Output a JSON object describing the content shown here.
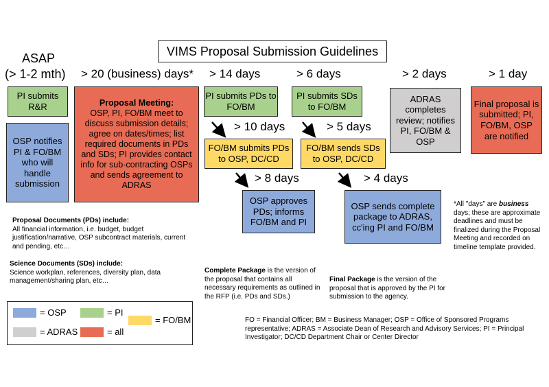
{
  "title": "VIMS Proposal Submission Guidelines",
  "headers": {
    "asap": "ASAP",
    "asap_sub": "(> 1-2 mth)",
    "h20": "> 20 (business) days*",
    "h14": "> 14 days",
    "h6": "> 6 days",
    "h2": "> 2 days",
    "h1": "> 1 day",
    "h10": "> 10 days",
    "h5": "> 5 days",
    "h8": "> 8 days",
    "h4": "> 4 days"
  },
  "boxes": {
    "pi_rr": "PI submits R&R",
    "osp_notifies": "OSP notifies PI & FO/BM who will handle submission",
    "meeting_title": "Proposal Meeting:",
    "meeting_body": "OSP, PI, FO/BM meet to discuss submission details; agree on dates/times; list required documents in PDs and SDs; PI provides contact info for sub-contracting OSPs and sends agreement to ADRAS",
    "pi_pds": "PI submits PDs to FO/BM",
    "pi_sds": "PI submits SDs to FO/BM",
    "adras_review": "ADRAS completes review; notifies PI, FO/BM & OSP",
    "final_submitted": "Final proposal is submitted; PI, FO/BM, OSP are notified",
    "fobm_pds": "FO/BM submits PDs to OSP, DC/CD",
    "fobm_sds": "FO/BM sends SDs to OSP, DC/CD",
    "osp_approves": "OSP approves PDs; informs FO/BM and PI",
    "osp_sends": "OSP sends complete package to ADRAS, cc'ing PI and FO/BM"
  },
  "notes": {
    "pd_title": "Proposal Documents (PDs) include:",
    "pd_body": "All financial information, i.e. budget, budget justification/narrative, OSP subcontract materials, current and pending, etc…",
    "sd_title": "Science Documents (SDs) include:",
    "sd_body": "Science workplan, references, diversity plan, data management/sharing plan, etc…",
    "days_star": "*All \"days\" are",
    "days_bold": "business",
    "days_body": "days; these are approximate deadlines and must be finalized during the Proposal Meeting and recorded on timeline template provided.",
    "complete_bold": "Complete Package",
    "complete_body": "is the version of the proposal that contains all necessary requirements as outlined in the RFP (i.e. PDs and SDs.)",
    "final_bold": "Final Package",
    "final_body": "is the version of the proposal that is approved by the PI for submission to the agency.",
    "abbrev": "FO = Financial Officer; BM = Business Manager; OSP = Office of Sponsored Programs representative; ADRAS = Associate Dean of Research and Advisory Services; PI = Principal Investigator; DC/CD Department Chair or Center Director"
  },
  "legend": {
    "osp": "= OSP",
    "pi": "= PI",
    "fobm": "= FO/BM",
    "adras": "= ADRAS",
    "all": "= all"
  },
  "colors": {
    "osp": "#8eaadb",
    "pi": "#a9d18e",
    "adras": "#d0cece",
    "all": "#e86c55",
    "fobm": "#ffd966"
  }
}
